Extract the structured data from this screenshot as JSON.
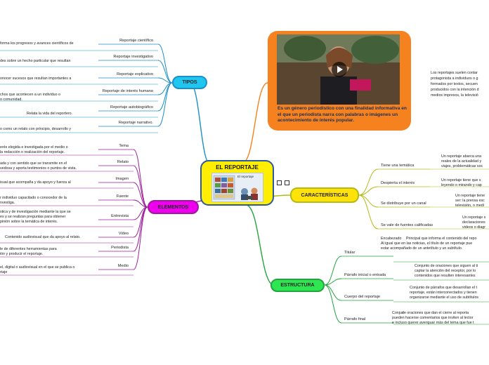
{
  "central": {
    "title": "EL REPORTAJE",
    "image_caption": "El reportaje"
  },
  "branches": {
    "tipos": "TIPOS",
    "elementos": "ELEMENTOS",
    "caracteristicas": "CARACTERÍSTICAS",
    "estructura": "ESTRUCTURA"
  },
  "tipos": [
    {
      "label": "Reportaje científico",
      "desc": [
        "forma los progresos y avances científicos de"
      ]
    },
    {
      "label": "Reportaje investigativo",
      "desc": [
        "des sobre un hecho particular que resultan"
      ]
    },
    {
      "label": "Reportaje explicativo",
      "desc": [
        "onocer sucesos que resultan importantes a"
      ]
    },
    {
      "label": "Reportaje de interés humano",
      "desc": [
        "chos que acontecen a un individuo o",
        "o comunidad."
      ]
    },
    {
      "label": "Reportaje autobiográfico",
      "desc": [
        "Relata la vida del reportero."
      ]
    },
    {
      "label": "Reportaje narrativo.",
      "desc": [
        "o como un relato con principio, desarrollo y"
      ]
    }
  ],
  "elementos": [
    {
      "label": "Tema",
      "desc": [
        "erés elegida e investigada por el medio o",
        "la redacción o realización del reportaje."
      ]
    },
    {
      "label": "Relato",
      "desc": [
        "ada y con sentido que se transmite en el",
        "vedosa y aporta testimonios o puntos de vista."
      ]
    },
    {
      "label": "Imagen",
      "desc": [
        "isual que acompaña y da apoyo y fuerza al"
      ]
    },
    {
      "label": "Fuente",
      "desc": [
        "r individuo capacitado o conocedor de la",
        "nvestiga."
      ]
    },
    {
      "label": "Entrevista",
      "desc": [
        "stica y de investigación mediante la que se",
        "es y se realizan preguntas para obtener",
        "pinión sobre la temática de interés."
      ]
    },
    {
      "label": "Video",
      "desc": [
        "Contenido audiovisual que da apoyo al relato."
      ]
    },
    {
      "label": "Periodista",
      "desc": [
        "le de diferentes herramientas para",
        "ión y producir el reportaje."
      ]
    },
    {
      "label": "Medio",
      "desc": [
        "el, digital o audiovisual en el que se publica o",
        "rtaje"
      ]
    }
  ],
  "video": {
    "caption": "Es un género periodístico con una finalidad informativa en el que un periodista narra con palabras o imágenes un acontecimiento de interés popular.",
    "side_text": [
      "Los reportajes suelen contar",
      "protagonista a individuos o g",
      "formados por textos, secuen",
      "producidos con la intención d",
      "medios impresos, la televisió"
    ]
  },
  "caracteristicas": [
    {
      "label": "Tiene una temática",
      "desc": [
        "Un reportaje abarca una",
        "reales de la actualidad y",
        "viajes, problemáticas soc"
      ]
    },
    {
      "label": "Despierta el interés",
      "desc": [
        "Un reportaje tiene que s",
        "leyendo o mirando y cap"
      ]
    },
    {
      "label": "Se distribuye por un canal",
      "desc": [
        "Un reportaje tiene",
        "ser: la prensa esc",
        "televisión, o medi"
      ]
    },
    {
      "label": "Se vale de fuentes calificadas",
      "desc": [
        "Un reportaje s",
        "declaraciones",
        "videos o diagr"
      ]
    }
  ],
  "estructura": [
    {
      "label": "Titular",
      "head": "Encabezado",
      "desc": [
        "Principal que informa el contenido del repo",
        "Al igual que en las noticias, el título de un reportaje pue",
        "estar acompañado de un antetítulo y un subtítulo."
      ]
    },
    {
      "label": "Párrafo inicial o entrada",
      "desc": [
        "Conjunto de oraciones que siguen al ti",
        "captar la atención del receptor, por lo",
        "contenidos que resulten interesantes"
      ]
    },
    {
      "label": "Cuerpo del reportaje",
      "desc": [
        "Conjunto de párrafos que desarrollan el t",
        "reportaje, están interconectados y tienen",
        "organizarse mediante el uso de subtítulos"
      ]
    },
    {
      "label": "Párrafo final",
      "head": "Conjun",
      "desc": [
        "de oraciones que dan el cierre al reporta",
        "pueden hacerse comentarios que inviten al lector",
        "e incluso querer averiguar más del tema que fue t"
      ]
    }
  ]
}
